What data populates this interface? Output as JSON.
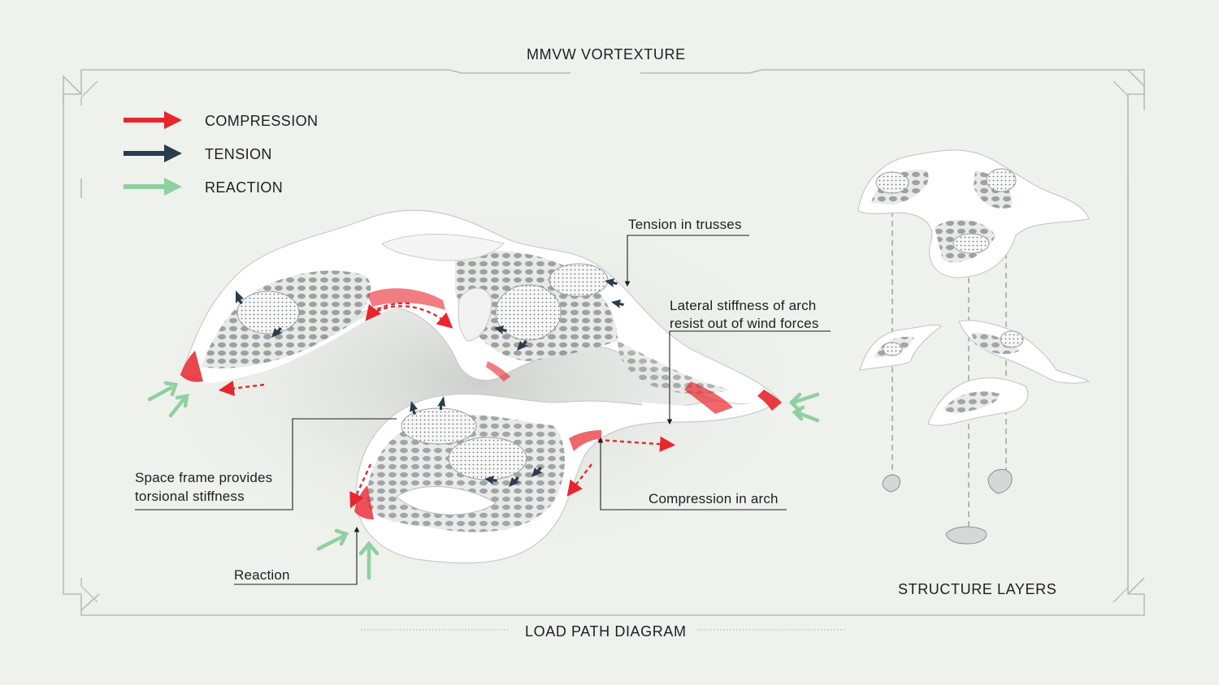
{
  "header": {
    "title": "MMVW VORTEXTURE"
  },
  "footer": {
    "main_caption": "LOAD PATH DIAGRAM",
    "side_caption": "STRUCTURE LAYERS"
  },
  "legend": {
    "items": [
      {
        "label": "COMPRESSION",
        "color": "#e8262f"
      },
      {
        "label": "TENSION",
        "color": "#2b3c4a"
      },
      {
        "label": "REACTION",
        "color": "#8fd0a0"
      }
    ]
  },
  "annotations": {
    "tension_trusses": "Tension in trusses",
    "lateral_line1": "Lateral stiffness of arch",
    "lateral_line2": "resist out of wind forces",
    "space_frame_line1": "Space frame provides",
    "space_frame_line2": "torsional stiffness",
    "compression_arch": "Compression in arch",
    "reaction": "Reaction"
  },
  "colors": {
    "background": "#eef1ec",
    "frame": "#b9bcbc",
    "shell": "#ffffff",
    "shadow": "#b8bcba",
    "mesh": "#8c9092"
  }
}
